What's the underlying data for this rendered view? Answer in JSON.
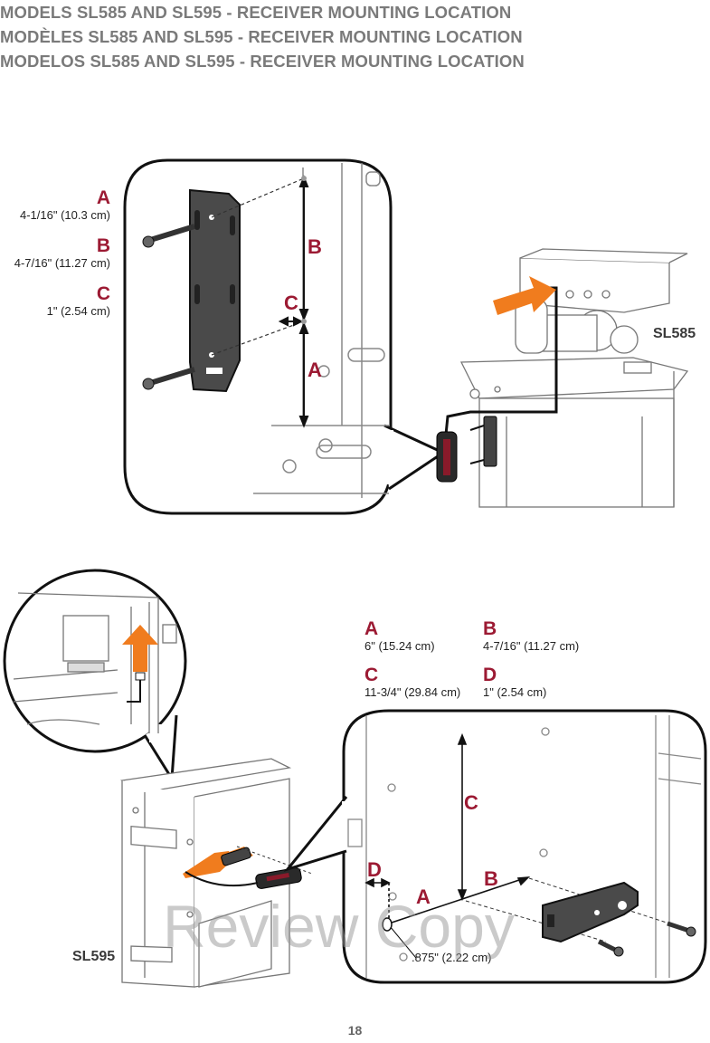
{
  "titles": {
    "en": "MODELS SL585 AND SL595 - RECEIVER MOUNTING LOCATION",
    "fr": "MODÈLES SL585 AND SL595 - RECEIVER MOUNTING LOCATION",
    "es": "MODELOS SL585 AND SL595 - RECEIVER MOUNTING LOCATION"
  },
  "sl585": {
    "model_label": "SL585",
    "dims": [
      {
        "letter": "A",
        "value": "4-1/16\" (10.3 cm)"
      },
      {
        "letter": "B",
        "value": "4-7/16\" (11.27 cm)"
      },
      {
        "letter": "C",
        "value": "1\" (2.54 cm)"
      }
    ],
    "callouts": {
      "b": "B",
      "c": "C",
      "a": "A"
    }
  },
  "sl595": {
    "model_label": "SL595",
    "dims": [
      {
        "letter": "A",
        "value": "6\" (15.24 cm)"
      },
      {
        "letter": "B",
        "value": "4-7/16\" (11.27 cm)"
      },
      {
        "letter": "C",
        "value": "11-3/4\" (29.84 cm)"
      },
      {
        "letter": "D",
        "value": "1\" (2.54 cm)"
      }
    ],
    "callouts": {
      "c": "C",
      "d": "D",
      "a": "A",
      "b": "B"
    },
    "hole_note": ".875\" (2.22 cm)"
  },
  "page_number": "18",
  "watermark": "Review Copy",
  "colors": {
    "accent": "#9c1a33",
    "arrow": "#f07c1e",
    "title_gray": "#7a7a7a"
  }
}
